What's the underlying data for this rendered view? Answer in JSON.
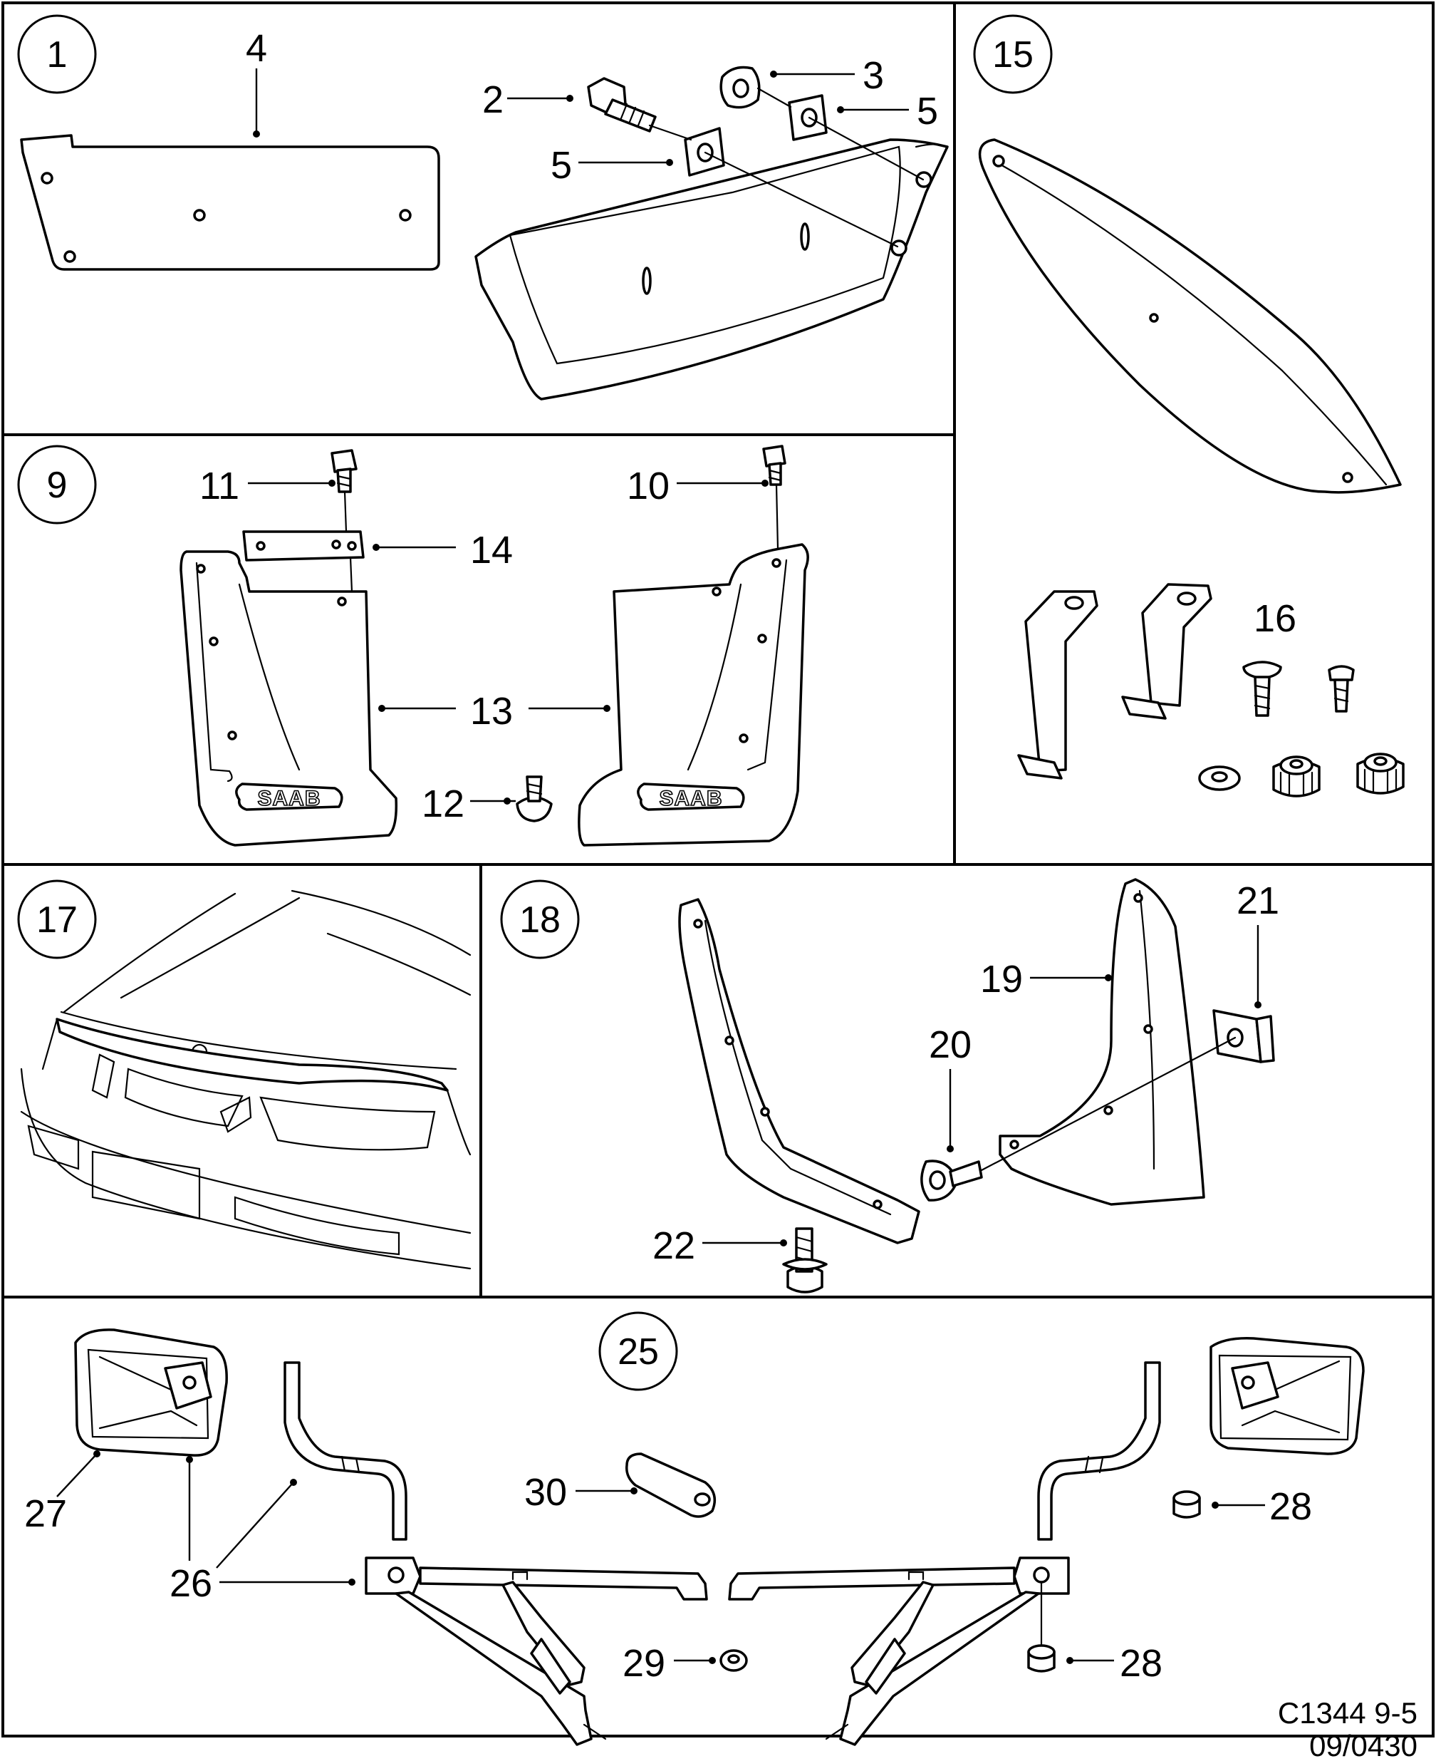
{
  "panels": {
    "p1": "1",
    "p9": "9",
    "p15": "15",
    "p17": "17",
    "p18": "18",
    "p25": "25"
  },
  "callouts": {
    "c2": "2",
    "c3": "3",
    "c4": "4",
    "c5a": "5",
    "c5b": "5",
    "c10": "10",
    "c11": "11",
    "c12": "12",
    "c13": "13",
    "c14": "14",
    "c16": "16",
    "c19": "19",
    "c20": "20",
    "c21": "21",
    "c22": "22",
    "c26": "26",
    "c27": "27",
    "c28a": "28",
    "c28b": "28",
    "c29": "29",
    "c30": "30"
  },
  "brand_text": "SAAB",
  "footer": {
    "code": "C1344 9-5",
    "date": "09/0430"
  },
  "colors": {
    "line": "#000000",
    "background": "#ffffff"
  }
}
